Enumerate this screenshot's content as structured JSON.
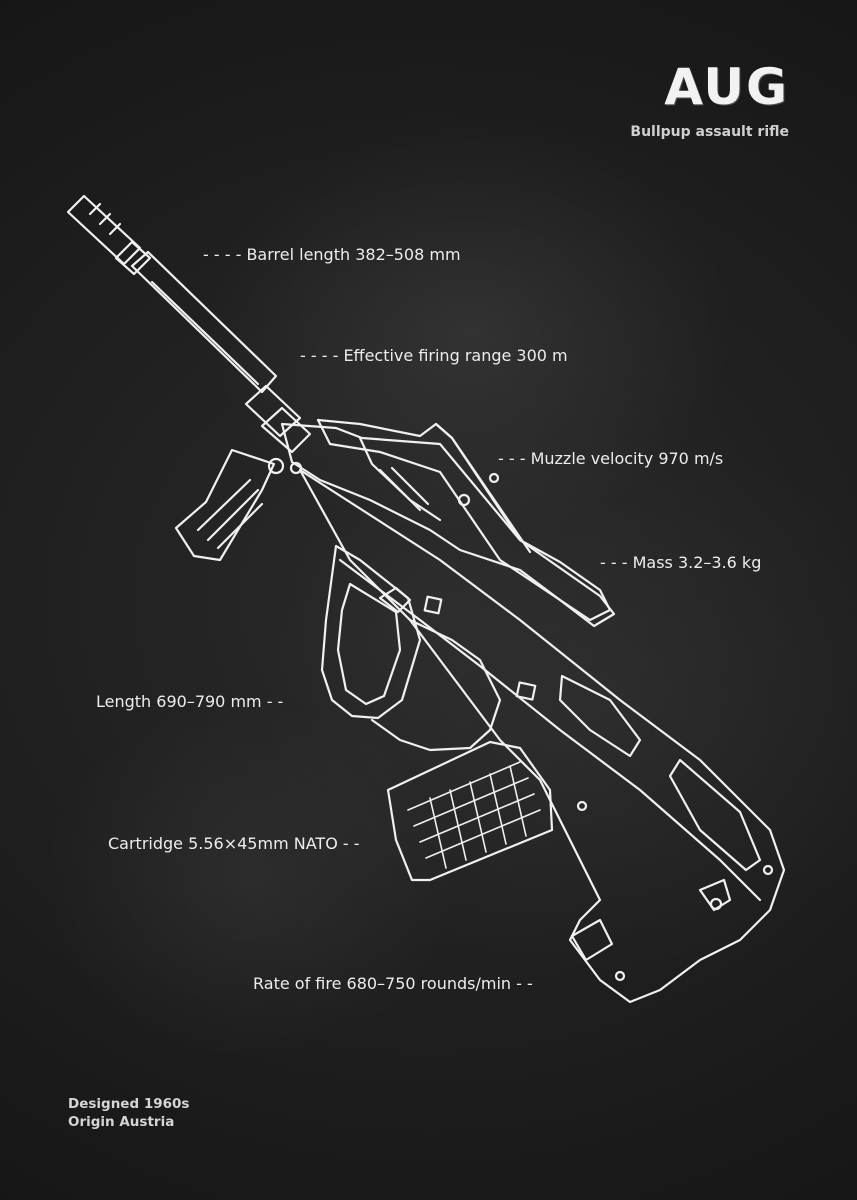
{
  "title": "AUG",
  "subtitle": "Bullpup assault rifle",
  "specs": {
    "barrel": "- - - -  Barrel length 382–508 mm",
    "range": "- - - -  Effective firing range 300 m",
    "velocity": "- - -  Muzzle velocity 970 m/s",
    "mass": "- - -  Mass 3.2–3.6 kg",
    "length": "Length 690–790 mm  - -",
    "cartridge": "Cartridge 5.56×45mm NATO  - -",
    "rate": "Rate of fire 680–750 rounds/min  - -"
  },
  "footer": {
    "designed": "Designed 1960s",
    "origin": "Origin Austria"
  },
  "colors": {
    "background": "#1b1b1b",
    "chalk": "#f0f0f0"
  }
}
